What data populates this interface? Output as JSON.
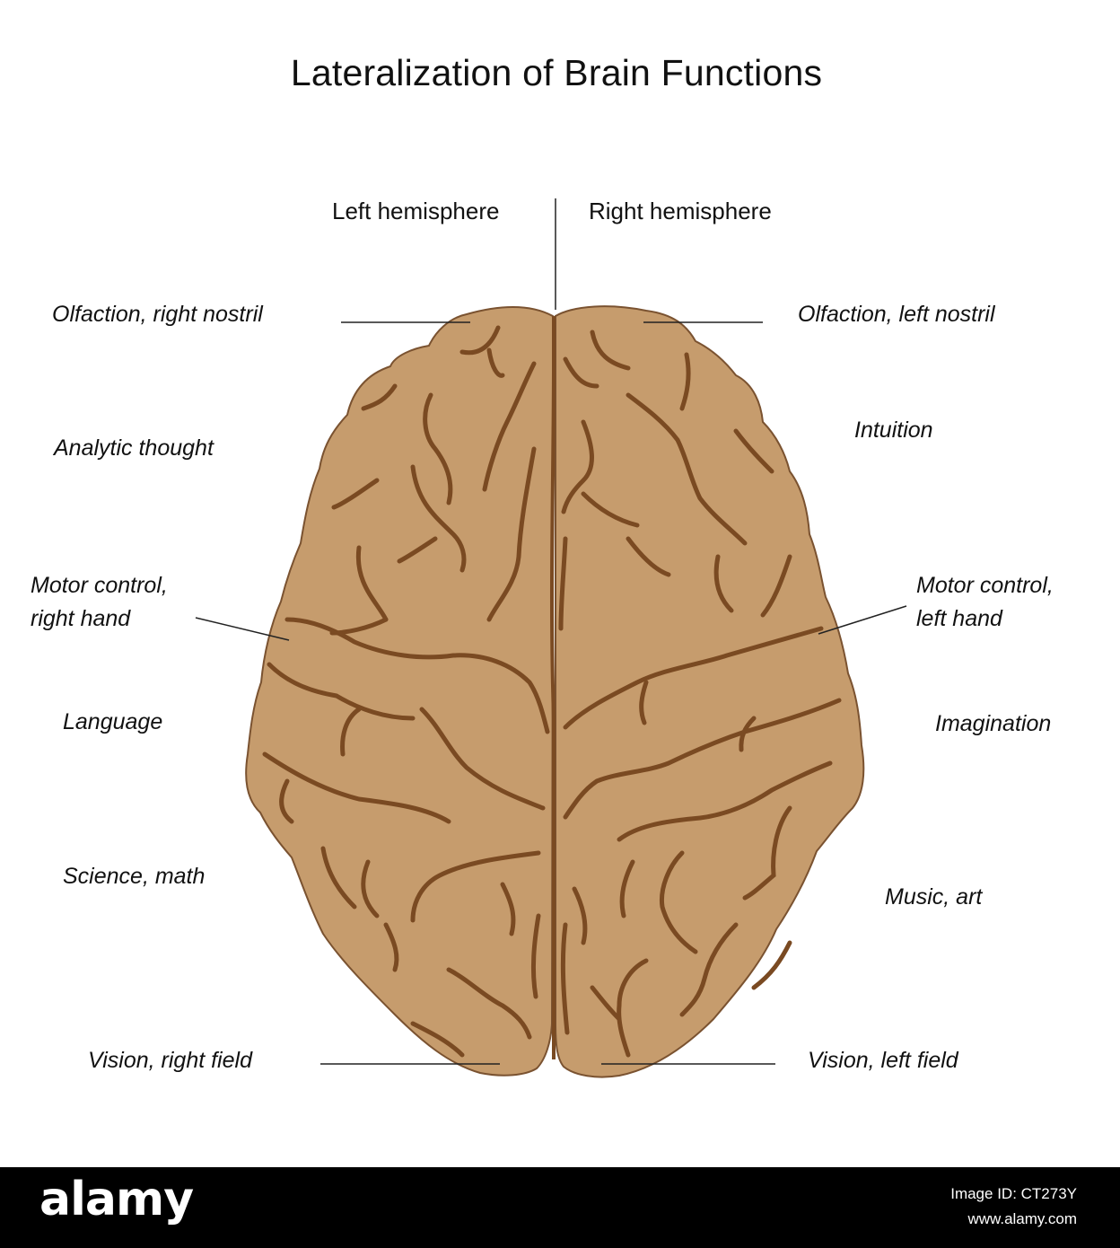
{
  "title": "Lateralization of Brain Functions",
  "hemispheres": {
    "left": "Left hemisphere",
    "right": "Right hemisphere"
  },
  "left_labels": {
    "olfaction": "Olfaction, right nostril",
    "analytic": "Analytic thought",
    "motor_line1": "Motor control,",
    "motor_line2": "right hand",
    "language": "Language",
    "science": "Science, math",
    "vision": "Vision, right field"
  },
  "right_labels": {
    "olfaction": "Olfaction, left nostril",
    "intuition": "Intuition",
    "motor_line1": "Motor control,",
    "motor_line2": "left hand",
    "imagination": "Imagination",
    "music": "Music, art",
    "vision": "Vision, left field"
  },
  "footer": {
    "logo": "alamy",
    "image_id": "Image ID: CT273Y",
    "site": "www.alamy.com"
  },
  "colors": {
    "brain_fill": "#c69c6d",
    "brain_outline": "#7a5230",
    "sulcus": "#7a4a22",
    "background": "#ffffff",
    "footer": "#000000"
  }
}
